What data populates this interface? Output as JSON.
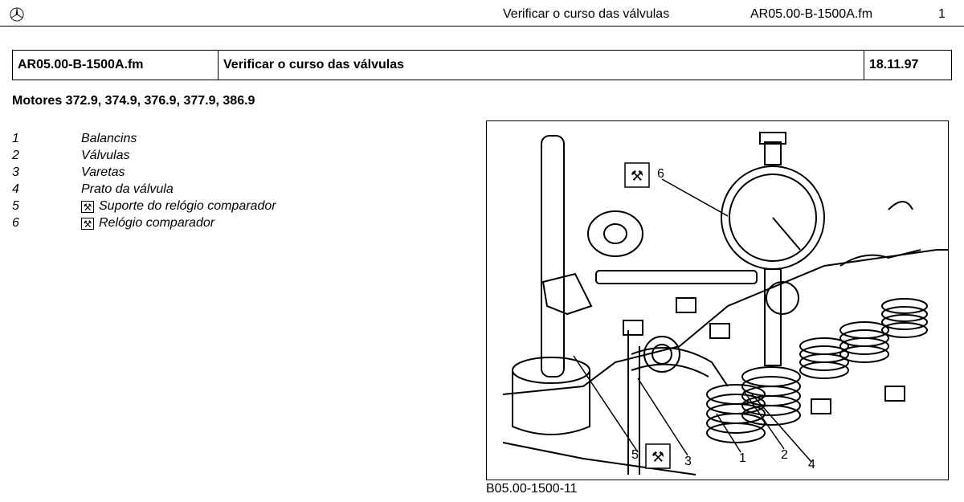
{
  "header": {
    "title": "Verificar o curso das válvulas",
    "doc_id": "AR05.00-B-1500A.fm",
    "page": "1"
  },
  "meta_table": {
    "doc_id": "AR05.00-B-1500A.fm",
    "title": "Verificar o curso das válvulas",
    "date": "18.11.97"
  },
  "motors": "Motores 372.9, 374.9, 376.9, 377.9, 386.9",
  "legend": [
    {
      "num": "1",
      "label": "Balancins",
      "tool": false
    },
    {
      "num": "2",
      "label": "Válvulas",
      "tool": false
    },
    {
      "num": "3",
      "label": "Varetas",
      "tool": false
    },
    {
      "num": "4",
      "label": "Prato da válvula",
      "tool": false
    },
    {
      "num": "5",
      "label": "Suporte do relógio comparador",
      "tool": true
    },
    {
      "num": "6",
      "label": "Relógio comparador",
      "tool": true
    }
  ],
  "figure": {
    "callouts": [
      "1",
      "2",
      "3",
      "4",
      "5",
      "6"
    ],
    "caption": "B05.00-1500-11",
    "tool_icon": "wrench-tool-icon"
  }
}
